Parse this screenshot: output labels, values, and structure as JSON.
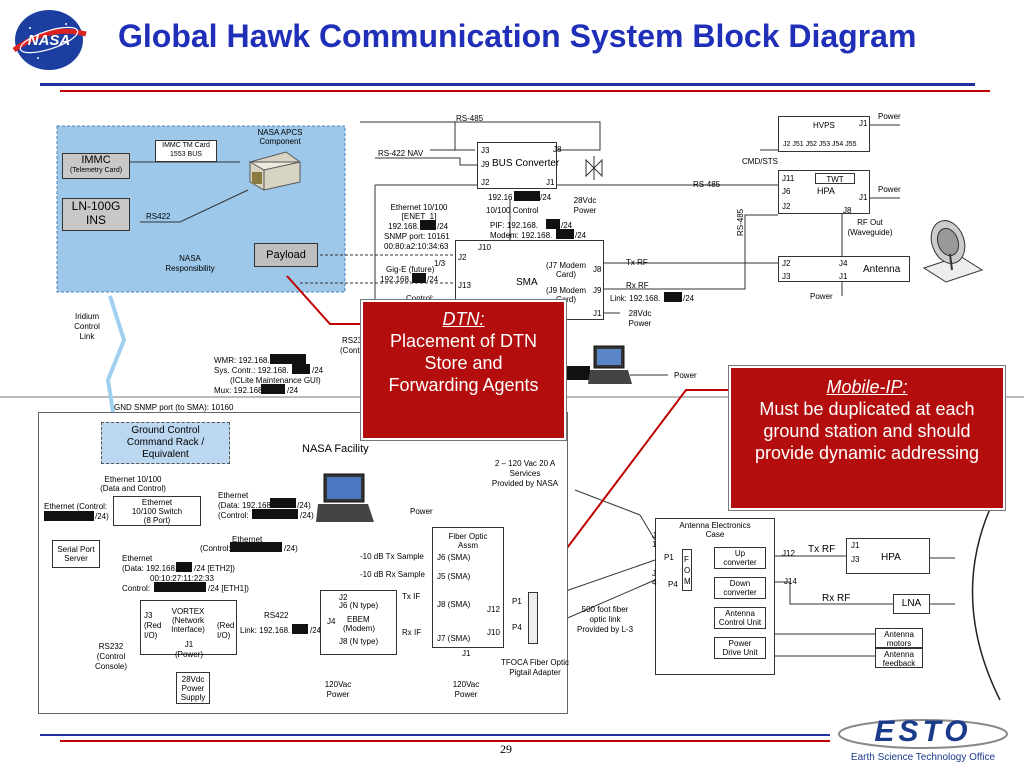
{
  "header": {
    "logo": "NASA",
    "title": "Global Hawk Communication System Block Diagram"
  },
  "footer": {
    "page_number": "29",
    "esto_logo": "ESTO",
    "esto_label": "Earth Science Technology Office"
  },
  "aircraft": {
    "immc_card": "IMMC TM Card",
    "bus_1553": "1553 BUS",
    "immc": "IMMC",
    "telemetry_card": "(Telemetry Card)",
    "ln100g": "LN-100G",
    "ins": "INS",
    "rs422": "RS422",
    "nasa_apcs": "NASA APCS",
    "component": "Component",
    "nasa_responsibility_1": "NASA",
    "nasa_responsibility_2": "Responsibility",
    "payload": "Payload",
    "rs485_top": "RS-485",
    "rs422_nav": "RS-422 NAV",
    "bus_converter": "BUS Converter",
    "bc_j3": "J3",
    "bc_j8": "J8",
    "bc_j9": "J9",
    "bc_j2": "J2",
    "bc_j1": "J1",
    "bc_ip": "192.16",
    "bc_ip_suffix": "/24",
    "bc_control": "10/100 Control",
    "vdc28_1": "28Vdc",
    "power_1": "Power",
    "eth_10_100": "Ethernet 10/100",
    "enet1": "[ENET_1]",
    "ip_192_168": "192.168.",
    "ip_suffix_24": "/24",
    "snmp_port": "SNMP port: 10161",
    "mac": "00:80:a2:10:34:63",
    "pif": "PIF:  192.168.",
    "modem": "Modem:  192.168.",
    "sma_j10": "J10",
    "sma_j2": "J2",
    "sma_13": "1/3",
    "sma_j13": "J13",
    "gige": "Gig-E (future)",
    "gige_ip": "192.168.",
    "gige_suffix": "/24",
    "control_trunc": "Control:",
    "sma": "SMA",
    "j7_modem": "(J7 Modem",
    "j9_modem": "(J9 Modem",
    "card": "Card)",
    "card2": "Card)",
    "sma_j8": "J8",
    "sma_j9": "J9",
    "sma_j1": "J1",
    "tx_rf": "Tx RF",
    "rx_rf": "Rx RF",
    "link": "Link:  192.168.",
    "link_suffix": "/24",
    "vdc28_2": "28Vdc",
    "power_2": "Power",
    "rs485_mid": "RS-485",
    "rs485_vert": "RS-485",
    "hvps": "HVPS",
    "hvps_j1": "J1",
    "hvps_power": "Power",
    "hvps_pins": "J2   J51 J52 J53 J54 J55",
    "cmd_sts": "CMD/STS",
    "hpa_j11": "J11",
    "twt": "TWT",
    "hpa_j6": "J6",
    "hpa": "HPA",
    "hpa_j1": "J1",
    "hpa_power": "Power",
    "hpa_j2": "J2",
    "hpa_j8": "J8",
    "rf_out": "RF Out",
    "waveguide": "(Waveguide)",
    "ant_j2": "J2",
    "ant_j4": "J4",
    "ant_j3": "J3",
    "ant_j1": "J1",
    "antenna": "Antenna",
    "ant_power": "Power",
    "iridium_1": "Iridium",
    "iridium_2": "Control",
    "iridium_3": "Link",
    "wmr": "WMR:  192.168.",
    "sys_contr": "Sys. Contr.:  192.168.",
    "sys_suffix": "/24",
    "iclite": "(ICLite Maintenance GUI)",
    "mux": "Mux:  192.168.",
    "mux_suffix": "/24",
    "rs23_trunc": "RS23",
    "contr_trunc": "(Contr",
    "laptop_power": "Power",
    "gnd_snmp": "GND SNMP port (to SMA): 10160"
  },
  "ground": {
    "gccr": "Ground Control Command Rack / Equivalent",
    "nasa_facility": "NASA Facility",
    "vac_services_1": "2 – 120 Vac 20 A",
    "vac_services_2": "Services",
    "vac_services_3": "Provided by NASA",
    "eth_data_control_1": "Ethernet 10/100",
    "eth_data_control_2": "(Data and Control)",
    "switch_1": "Ethernet",
    "switch_2": "10/100 Switch",
    "switch_3": "(8 Port)",
    "eth_control_left": "Ethernet (Control:",
    "eth_control_left_suffix": "/24)",
    "eth_right_1": "Ethernet",
    "eth_right_2": "(Data:  192.168.",
    "eth_right_2s": "/24)",
    "eth_right_3": "(Control:",
    "eth_right_3s": "/24)",
    "laptop2_power": "Power",
    "serial_server_1": "Serial Port",
    "serial_server_2": "Server",
    "eth_vortex_1": "Ethernet",
    "eth_vortex_2": "(Data:  192.168.",
    "eth_vortex_2s": "/24 [ETH2])",
    "eth_vortex_3": "00:10:27:11:22:33",
    "eth_vortex_4": "Control:",
    "eth_vortex_4s": "/24 [ETH1])",
    "eth_control_mid_1": "Ethernet",
    "eth_control_mid_2": "(Control:",
    "eth_control_mid_2s": "/24)",
    "tx_sample": "-10 dB Tx Sample",
    "rx_sample": "-10 dB Rx Sample",
    "foa_1": "Fiber Optic",
    "foa_2": "Assm",
    "foa_j6": "J6 (SMA)",
    "foa_j5": "J5 (SMA)",
    "foa_j8": "J8 (SMA)",
    "foa_j12": "J12",
    "foa_j10": "J10",
    "foa_j7": "J7 (SMA)",
    "foa_j1": "J1",
    "vortex_j3": "J3",
    "vortex_red": "(Red",
    "vortex_io": "I/O)",
    "vortex_1": "VORTEX",
    "vortex_2": "(Network",
    "vortex_3": "Interface)",
    "vortex_j1": "J1",
    "vortex_power": "(Power)",
    "vortex_j_right": "(Red",
    "vortex_io2": "I/O)",
    "rs422_link": "RS422",
    "link_ground": "Link:  192.168.",
    "link_ground_suffix": "/24",
    "ebem_j2": "J2",
    "ebem_j6": "J6 (N type)",
    "ebem_j4": "J4",
    "ebem_1": "EBEM",
    "ebem_2": "(Modem)",
    "ebem_j8": "J8 (N type)",
    "tx_if": "Tx IF",
    "rx_if": "Rx IF",
    "p1": "P1",
    "p4": "P4",
    "rs232_1": "RS232",
    "rs232_2": "(Control",
    "rs232_3": "Console)",
    "psu_1": "28Vdc",
    "psu_2": "Power",
    "psu_3": "Supply",
    "vac120_1": "120Vac",
    "power_a": "Power",
    "vac120_2": "120Vac",
    "power_b": "Power",
    "tfoca_1": "TFOCA Fiber Optic",
    "tfoca_2": "Pigtail Adapter",
    "fiber_1": "500 foot fiber",
    "fiber_2": "optic link",
    "fiber_3": "Provided by L-3",
    "aec_1": "Antenna Electronics",
    "aec_2": "Case",
    "aec_j1": "J",
    "aec_j1b": "1",
    "aec_p1": "P1",
    "aec_j4": "J",
    "aec_j4b": "4",
    "aec_p4": "P4",
    "fom": "F O M",
    "upconv_1": "Up",
    "upconv_2": "converter",
    "downconv_1": "Down",
    "downconv_2": "converter",
    "acu_1": "Antenna",
    "acu_2": "Control Unit",
    "pdu_1": "Power",
    "pdu_2": "Drive Unit",
    "aec_j12": "J12",
    "aec_j14": "J14",
    "gtx_rf": "Tx RF",
    "grx_rf": "Rx RF",
    "ghpa_j1": "J1",
    "ghpa_j3": "J3",
    "ghpa": "HPA",
    "lna": "LNA",
    "ant_motors_1": "Antenna",
    "ant_motors_2": "motors",
    "ant_feedback_1": "Antenna",
    "ant_feedback_2": "feedback"
  },
  "callouts": {
    "dtn_head": "DTN:",
    "dtn_body": "Placement of DTN Store and Forwarding Agents",
    "mobileip_head": "Mobile-IP:",
    "mobileip_body": "Must be duplicated at each ground station and should provide dynamic addressing"
  },
  "colors": {
    "title": "#1f2fb8",
    "callout_bg": "#b30d0d",
    "annotation": "#c00000",
    "apcs_region": "#9dc8ea",
    "rule_blue": "#2030a0",
    "rule_red": "#c00000"
  }
}
